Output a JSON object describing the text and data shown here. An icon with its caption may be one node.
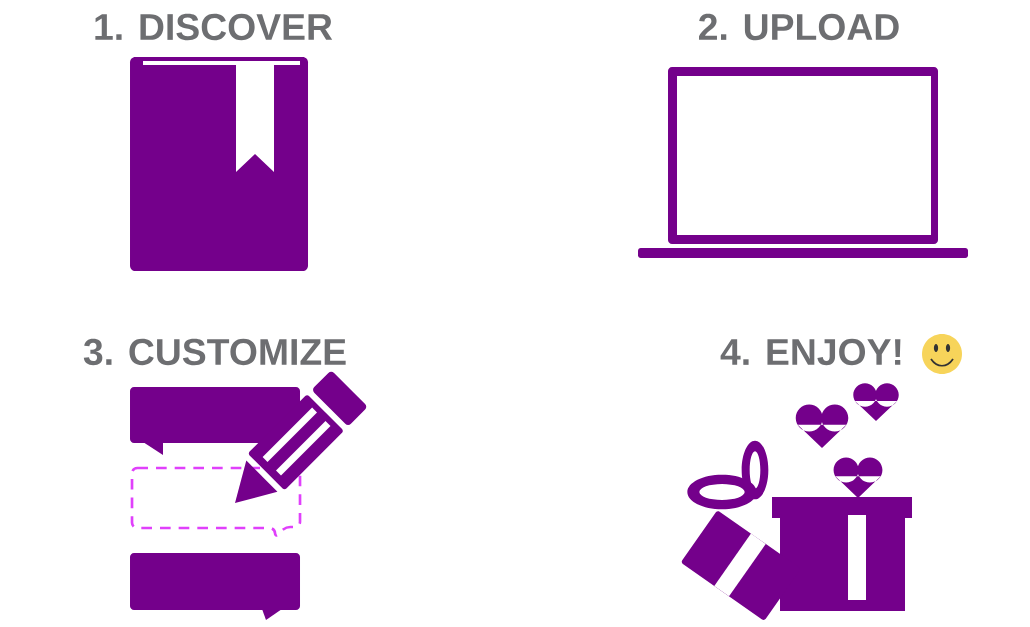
{
  "diagram": {
    "labels": [
      "1. DISCOVER",
      "2. UPLOAD",
      "3. CUSTOMIZE",
      "4. ENJOY!"
    ]
  }
}
